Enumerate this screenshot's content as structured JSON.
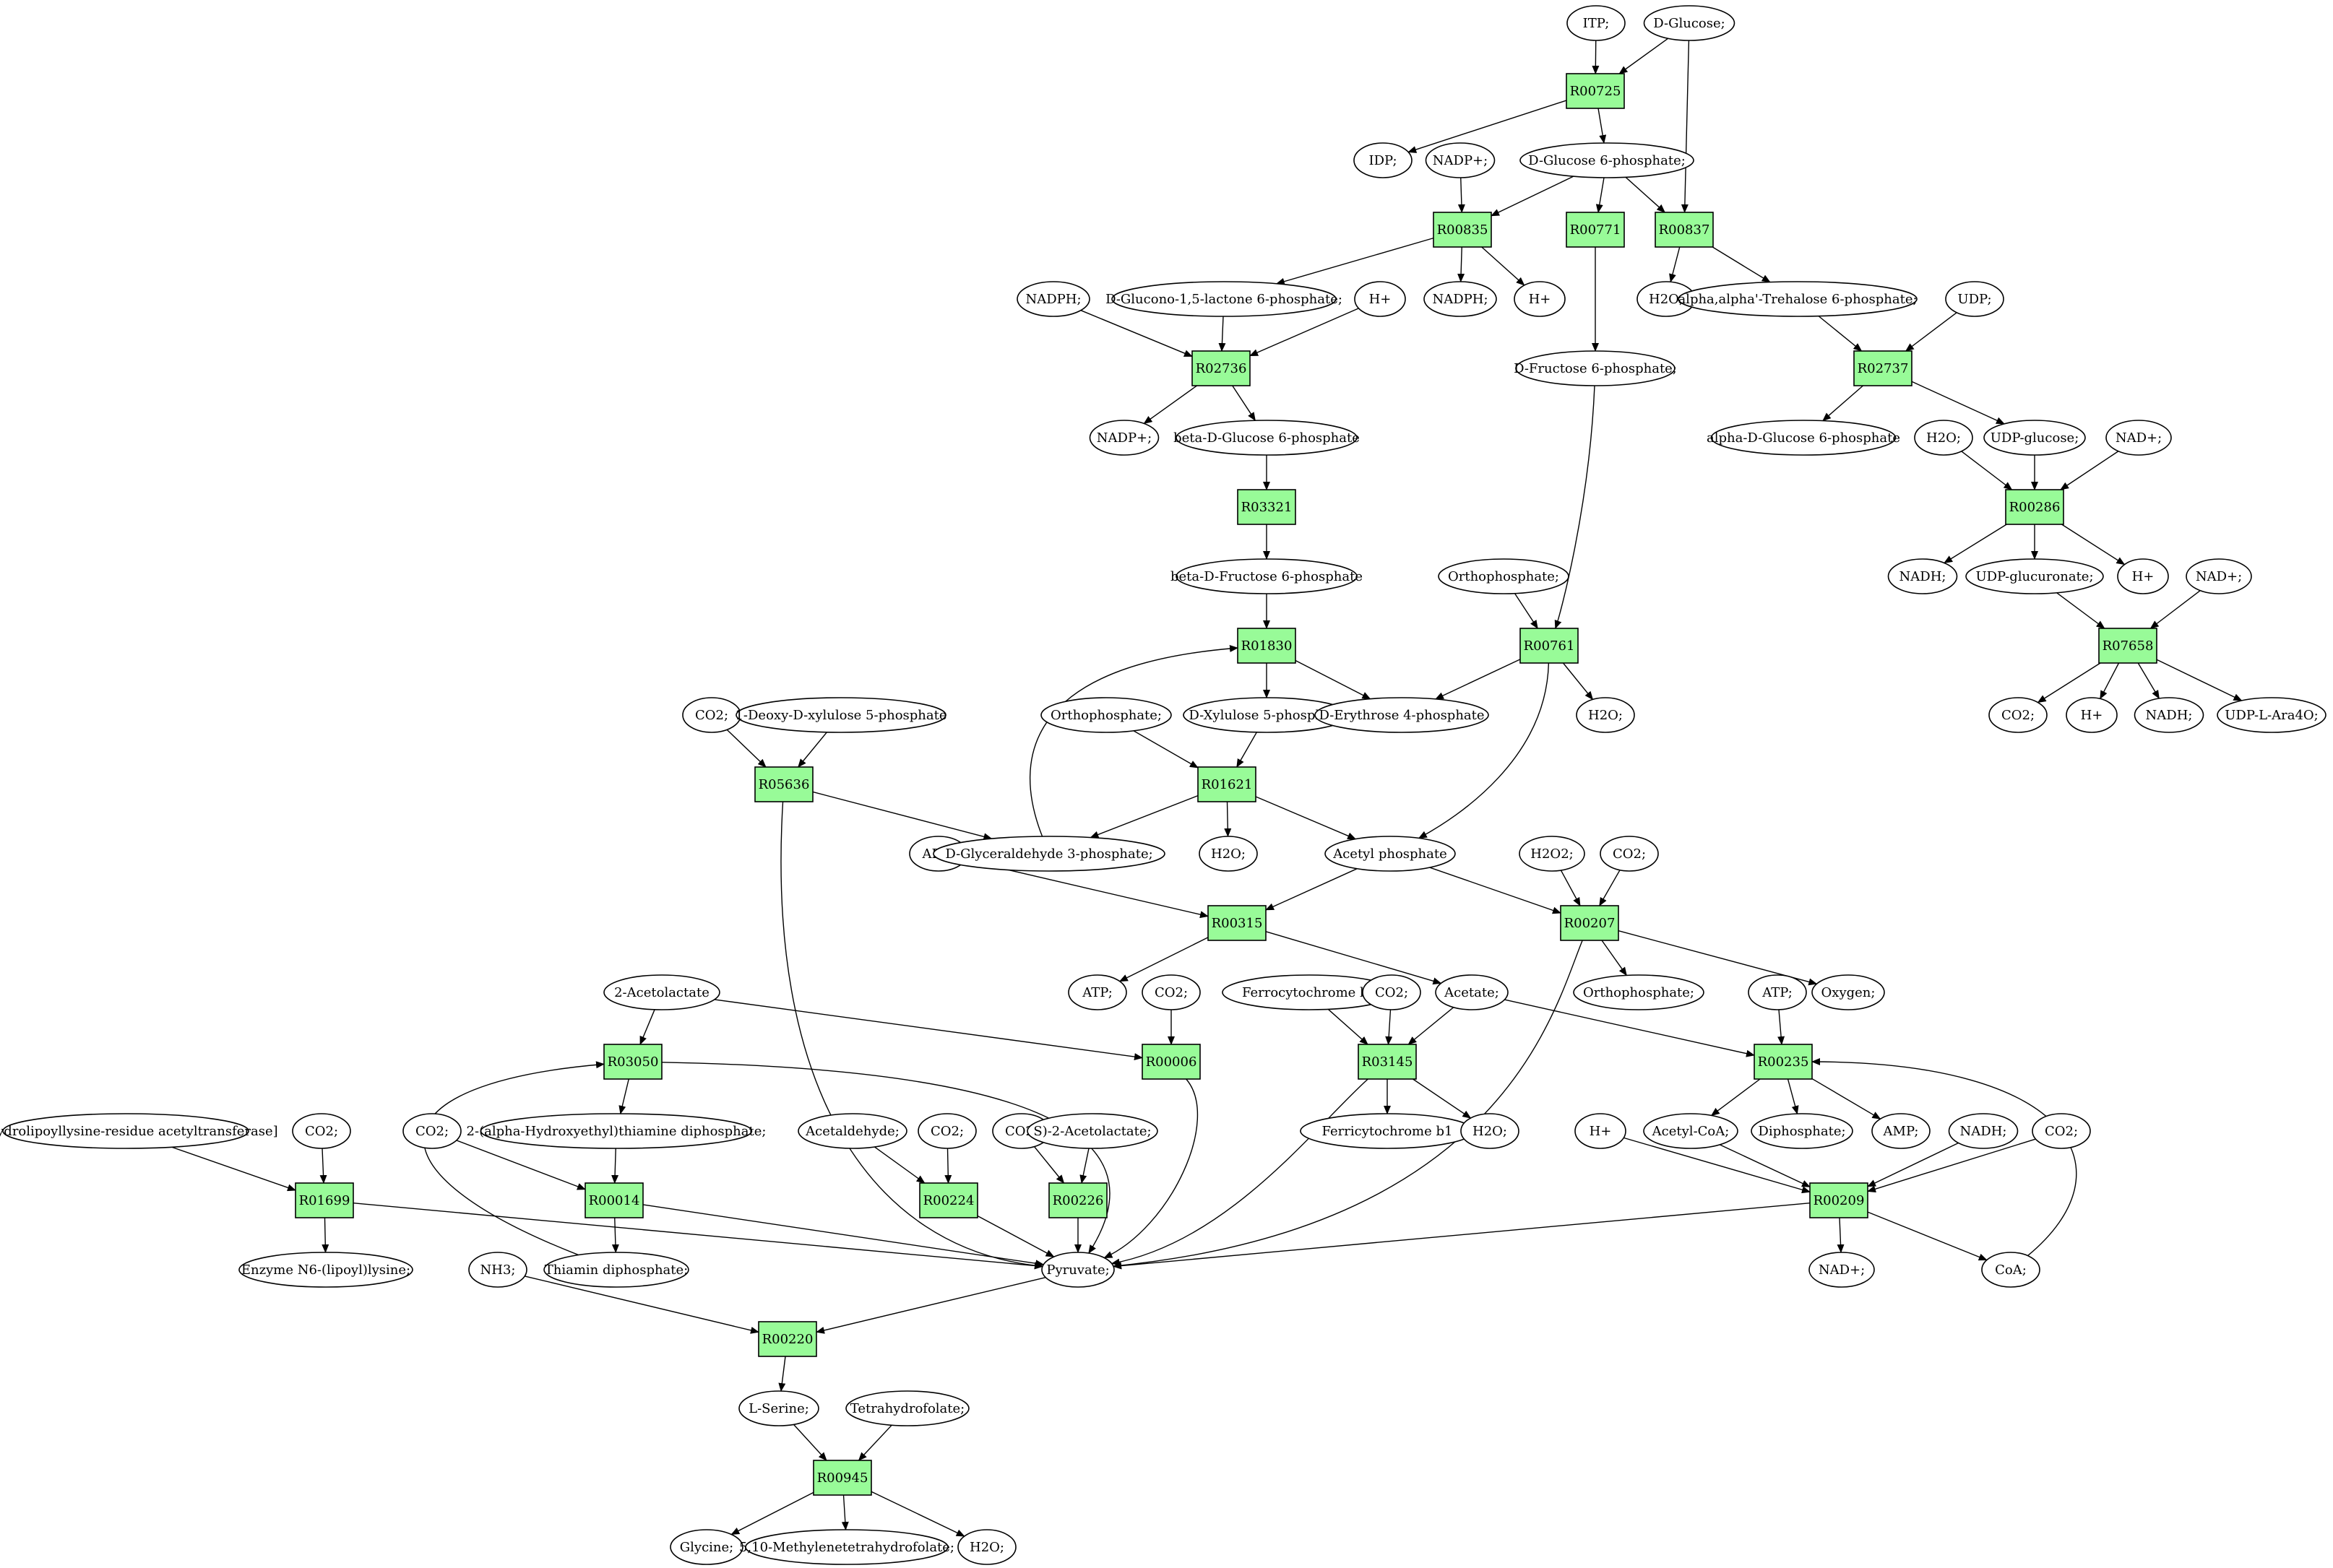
{
  "colors": {
    "metabolite": "#ffffff",
    "reaction": "#98fb98",
    "reaction_highlight": "#add8e6",
    "source": "#00ee00",
    "target": "#ffff00",
    "stroke": "#000000"
  },
  "nodes": [
    {
      "id": "itp",
      "kind": "metabolite",
      "label": "ITP;"
    },
    {
      "id": "glc",
      "kind": "metabolite",
      "label": "D-Glucose;",
      "fill": "#00ee00"
    },
    {
      "id": "R00725",
      "kind": "reaction",
      "label": "R00725"
    },
    {
      "id": "idp",
      "kind": "metabolite",
      "label": "IDP;"
    },
    {
      "id": "nadp1",
      "kind": "metabolite",
      "label": "NADP+;"
    },
    {
      "id": "g6p",
      "kind": "metabolite",
      "label": "D-Glucose 6-phosphate;"
    },
    {
      "id": "R00835",
      "kind": "reaction",
      "label": "R00835"
    },
    {
      "id": "R00771",
      "kind": "reaction",
      "label": "R00771"
    },
    {
      "id": "R00837",
      "kind": "reaction",
      "label": "R00837"
    },
    {
      "id": "nadph1",
      "kind": "metabolite",
      "label": "NADPH;"
    },
    {
      "id": "glaclac",
      "kind": "metabolite",
      "label": "D-Glucono-1,5-lactone 6-phosphate;"
    },
    {
      "id": "h1",
      "kind": "metabolite",
      "label": "H+"
    },
    {
      "id": "nadph2",
      "kind": "metabolite",
      "label": "NADPH;"
    },
    {
      "id": "h2",
      "kind": "metabolite",
      "label": "H+"
    },
    {
      "id": "h2o1",
      "kind": "metabolite",
      "label": "H2O;"
    },
    {
      "id": "treh",
      "kind": "metabolite",
      "label": "alpha,alpha'-Trehalose 6-phosphate;"
    },
    {
      "id": "udp",
      "kind": "metabolite",
      "label": "UDP;"
    },
    {
      "id": "R02736",
      "kind": "reaction",
      "label": "R02736"
    },
    {
      "id": "f6p",
      "kind": "metabolite",
      "label": "D-Fructose 6-phosphate;"
    },
    {
      "id": "R02737",
      "kind": "reaction",
      "label": "R02737"
    },
    {
      "id": "nadp2",
      "kind": "metabolite",
      "label": "NADP+;"
    },
    {
      "id": "bg6p",
      "kind": "metabolite",
      "label": "beta-D-Glucose 6-phosphate"
    },
    {
      "id": "ag6p",
      "kind": "metabolite",
      "label": "alpha-D-Glucose 6-phosphate"
    },
    {
      "id": "h2o2",
      "kind": "metabolite",
      "label": "H2O;"
    },
    {
      "id": "udpglc",
      "kind": "metabolite",
      "label": "UDP-glucose;"
    },
    {
      "id": "nad1",
      "kind": "metabolite",
      "label": "NAD+;"
    },
    {
      "id": "R03321",
      "kind": "reaction",
      "label": "R03321"
    },
    {
      "id": "R00286",
      "kind": "reaction",
      "label": "R00286"
    },
    {
      "id": "bf6p",
      "kind": "metabolite",
      "label": "beta-D-Fructose 6-phosphate"
    },
    {
      "id": "nadh1",
      "kind": "metabolite",
      "label": "NADH;"
    },
    {
      "id": "udpgluc",
      "kind": "metabolite",
      "label": "UDP-glucuronate;"
    },
    {
      "id": "h3",
      "kind": "metabolite",
      "label": "H+"
    },
    {
      "id": "nad2",
      "kind": "metabolite",
      "label": "NAD+;"
    },
    {
      "id": "orth1",
      "kind": "metabolite",
      "label": "Orthophosphate;"
    },
    {
      "id": "R01830",
      "kind": "reaction",
      "label": "R01830"
    },
    {
      "id": "R00761",
      "kind": "reaction",
      "label": "R00761"
    },
    {
      "id": "R07658",
      "kind": "reaction",
      "label": "R07658"
    },
    {
      "id": "co2a",
      "kind": "metabolite",
      "label": "CO2;"
    },
    {
      "id": "dxp",
      "kind": "metabolite",
      "label": "1-Deoxy-D-xylulose 5-phosphate"
    },
    {
      "id": "orth2",
      "kind": "metabolite",
      "label": "Orthophosphate;"
    },
    {
      "id": "xu5p",
      "kind": "metabolite",
      "label": "D-Xylulose 5-phosphate"
    },
    {
      "id": "e4p",
      "kind": "metabolite",
      "label": "D-Erythrose 4-phosphate"
    },
    {
      "id": "h2o3",
      "kind": "metabolite",
      "label": "H2O;"
    },
    {
      "id": "co2b",
      "kind": "metabolite",
      "label": "CO2;"
    },
    {
      "id": "h4",
      "kind": "metabolite",
      "label": "H+"
    },
    {
      "id": "nadh2",
      "kind": "metabolite",
      "label": "NADH;"
    },
    {
      "id": "udpara",
      "kind": "metabolite",
      "label": "UDP-L-Ara4O;"
    },
    {
      "id": "R05636",
      "kind": "reaction",
      "label": "R05636"
    },
    {
      "id": "R01621",
      "kind": "reaction",
      "label": "R01621"
    },
    {
      "id": "adp",
      "kind": "metabolite",
      "label": "ADP;"
    },
    {
      "id": "gap",
      "kind": "metabolite",
      "label": "D-Glyceraldehyde 3-phosphate;"
    },
    {
      "id": "h2o4",
      "kind": "metabolite",
      "label": "H2O;"
    },
    {
      "id": "acp",
      "kind": "metabolite",
      "label": "Acetyl phosphate"
    },
    {
      "id": "h2o2x",
      "kind": "metabolite",
      "label": "H2O2;"
    },
    {
      "id": "co2c",
      "kind": "metabolite",
      "label": "CO2;"
    },
    {
      "id": "R00315",
      "kind": "reaction",
      "label": "R00315"
    },
    {
      "id": "R00207",
      "kind": "reaction",
      "label": "R00207"
    },
    {
      "id": "acl",
      "kind": "metabolite",
      "label": "2-Acetolactate"
    },
    {
      "id": "atp1",
      "kind": "metabolite",
      "label": "ATP;"
    },
    {
      "id": "co2d",
      "kind": "metabolite",
      "label": "CO2;"
    },
    {
      "id": "ferro",
      "kind": "metabolite",
      "label": "Ferrocytochrome b1"
    },
    {
      "id": "co2e",
      "kind": "metabolite",
      "label": "CO2;"
    },
    {
      "id": "acetate",
      "kind": "metabolite",
      "label": "Acetate;"
    },
    {
      "id": "orth3",
      "kind": "metabolite",
      "label": "Orthophosphate;"
    },
    {
      "id": "atp2",
      "kind": "metabolite",
      "label": "ATP;"
    },
    {
      "id": "oxy",
      "kind": "metabolite",
      "label": "Oxygen;"
    },
    {
      "id": "R03050",
      "kind": "reaction",
      "label": "R03050"
    },
    {
      "id": "R00006",
      "kind": "reaction",
      "label": "R00006"
    },
    {
      "id": "R03145",
      "kind": "reaction",
      "label": "R03145",
      "fill": "#add8e6"
    },
    {
      "id": "R00235",
      "kind": "reaction",
      "label": "R00235"
    },
    {
      "id": "dlat",
      "kind": "metabolite",
      "label": "Dihydrolipoyllysine-residue acetyltransferase]"
    },
    {
      "id": "co2f",
      "kind": "metabolite",
      "label": "CO2;"
    },
    {
      "id": "co2g",
      "kind": "metabolite",
      "label": "CO2;"
    },
    {
      "id": "hetpp",
      "kind": "metabolite",
      "label": "2-(alpha-Hydroxyethyl)thiamine diphosphate;"
    },
    {
      "id": "acald",
      "kind": "metabolite",
      "label": "Acetaldehyde;"
    },
    {
      "id": "co2h",
      "kind": "metabolite",
      "label": "CO2;"
    },
    {
      "id": "co2i",
      "kind": "metabolite",
      "label": "CO2;"
    },
    {
      "id": "sacl",
      "kind": "metabolite",
      "label": "S)-2-Acetolactate;"
    },
    {
      "id": "ferri",
      "kind": "metabolite",
      "label": "Ferricytochrome b1"
    },
    {
      "id": "h2o5",
      "kind": "metabolite",
      "label": "H2O;"
    },
    {
      "id": "h5",
      "kind": "metabolite",
      "label": "H+"
    },
    {
      "id": "accoa",
      "kind": "metabolite",
      "label": "Acetyl-CoA;"
    },
    {
      "id": "ppi",
      "kind": "metabolite",
      "label": "Diphosphate;"
    },
    {
      "id": "amp",
      "kind": "metabolite",
      "label": "AMP;"
    },
    {
      "id": "nadh3",
      "kind": "metabolite",
      "label": "NADH;"
    },
    {
      "id": "co2j",
      "kind": "metabolite",
      "label": "CO2;"
    },
    {
      "id": "R01699",
      "kind": "reaction",
      "label": "R01699"
    },
    {
      "id": "R00014",
      "kind": "reaction",
      "label": "R00014"
    },
    {
      "id": "R00224",
      "kind": "reaction",
      "label": "R00224"
    },
    {
      "id": "R00226",
      "kind": "reaction",
      "label": "R00226"
    },
    {
      "id": "R00209",
      "kind": "reaction",
      "label": "R00209"
    },
    {
      "id": "lip",
      "kind": "metabolite",
      "label": "Enzyme N6-(lipoyl)lysine;"
    },
    {
      "id": "nh3",
      "kind": "metabolite",
      "label": "NH3;"
    },
    {
      "id": "tpp",
      "kind": "metabolite",
      "label": "Thiamin diphosphate;"
    },
    {
      "id": "pyr",
      "kind": "metabolite",
      "label": "Pyruvate;"
    },
    {
      "id": "nad3",
      "kind": "metabolite",
      "label": "NAD+;"
    },
    {
      "id": "coa",
      "kind": "metabolite",
      "label": "CoA;"
    },
    {
      "id": "R00220",
      "kind": "reaction",
      "label": "R00220"
    },
    {
      "id": "ser",
      "kind": "metabolite",
      "label": "L-Serine;"
    },
    {
      "id": "thf",
      "kind": "metabolite",
      "label": "Tetrahydrofolate;"
    },
    {
      "id": "R00945",
      "kind": "reaction",
      "label": "R00945"
    },
    {
      "id": "gly",
      "kind": "metabolite",
      "label": "Glycine;",
      "fill": "#ffff00"
    },
    {
      "id": "mthf",
      "kind": "metabolite",
      "label": "5,10-Methylenetetrahydrofolate;"
    },
    {
      "id": "h2o6",
      "kind": "metabolite",
      "label": "H2O;"
    }
  ]
}
